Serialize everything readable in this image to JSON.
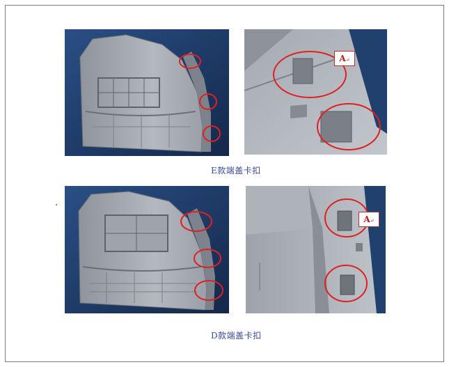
{
  "figures": {
    "e_caption": "E款端盖卡扣",
    "d_caption": "D款端盖卡扣",
    "callout_top": "A",
    "callout_bottom": "A",
    "callout_mark": "↵"
  },
  "colors": {
    "background_blue": "#1f3a66",
    "part_gray": "#a9adb4",
    "highlight_red": "#e02020",
    "caption_blue": "#3a4a9a"
  }
}
